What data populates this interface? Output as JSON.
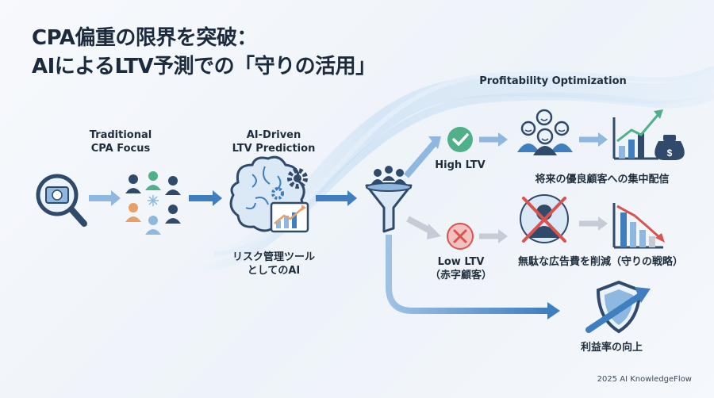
{
  "title": {
    "line1": "CPA偏重の限界を突破：",
    "line2": "AIによるLTV予測での「守りの活用」"
  },
  "labels": {
    "traditional": {
      "line1": "Traditional",
      "line2": "CPA Focus"
    },
    "ai_driven": {
      "line1": "AI-Driven",
      "line2": "LTV Prediction"
    },
    "risk_tool": {
      "line1": "リスク管理ツール",
      "line2": "としてのAI"
    },
    "profitability": "Profitability Optimization",
    "high_ltv": "High LTV",
    "high_ltv_action": "将来の優良顧客への集中配信",
    "low_ltv": {
      "line1": "Low LTV",
      "line2": "（赤字顧客）"
    },
    "low_ltv_action": "無駄な広告費を削減（守りの戦略）",
    "profit_rate": "利益率の向上"
  },
  "footer": "2025 AI KnowledgeFlow",
  "colors": {
    "navy": "#2f4a6b",
    "blue": "#3f7fc0",
    "light_blue": "#8fb8e0",
    "green": "#4fb08a",
    "red": "#d9534f",
    "orange": "#e8a06a",
    "gray_arrow": "#c5ccd6"
  },
  "icons": [
    "dollar-magnifier-icon",
    "people-cluster-icon",
    "ai-brain-icon",
    "gear-icon",
    "chart-up-icon",
    "funnel-icon",
    "check-icon",
    "happy-people-icon",
    "bar-chart-growth-icon",
    "money-bag-icon",
    "cross-icon",
    "blocked-person-icon",
    "bar-chart-decline-icon",
    "shield-icon"
  ]
}
